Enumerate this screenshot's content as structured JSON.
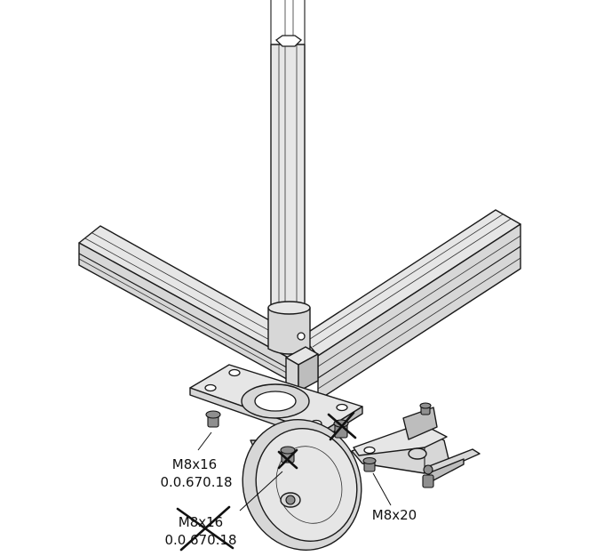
{
  "labels": {
    "screw_top_size": "M8x16",
    "screw_top_part": "0.0.670.18",
    "screw_bottom_size": "M8x16",
    "screw_bottom_part": "0.0.670.18",
    "brake_screw_size": "M8x20"
  }
}
